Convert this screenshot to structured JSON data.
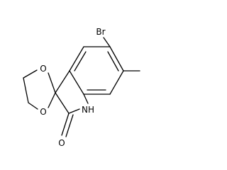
{
  "atom_labels": {
    "bromine": "Br",
    "ring_oxygen_top": "O",
    "ring_oxygen_bottom": "O",
    "nitrogen": "NH",
    "carbonyl_oxygen": "O"
  },
  "colors": {
    "bond": "#000000",
    "label": "#000000",
    "background": "#ffffff"
  }
}
